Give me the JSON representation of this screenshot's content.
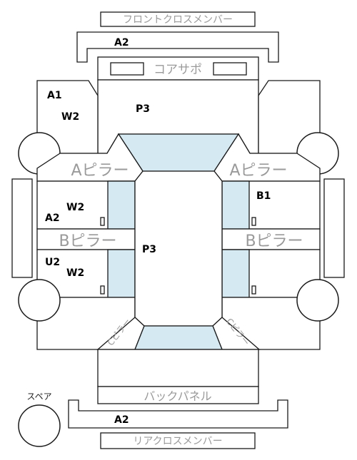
{
  "labels": {
    "front_cross_member": "フロントクロスメンバー",
    "core_support": "コアサポ",
    "a_pillar_left": "Aピラー",
    "a_pillar_right": "Aピラー",
    "b_pillar_left": "Bピラー",
    "b_pillar_right": "Bピラー",
    "c_pillar_left": "Cピラー",
    "c_pillar_right": "Cピラー",
    "back_panel": "バックパネル",
    "rear_cross_member": "リアクロスメンバー",
    "spare": "スペア"
  },
  "grades": {
    "front_cross_member": "A2",
    "front_left_fender": "A1",
    "front_left_fender_w": "W2",
    "bonnet": "P3",
    "right_front_door": "B1",
    "left_front_door_w": "W2",
    "left_front_door": "A2",
    "roof": "P3",
    "left_rear_door": "U2",
    "left_rear_door_w": "W2",
    "rear_cross_member": "A2"
  },
  "colors": {
    "glass": "#d4e9f2",
    "outline": "#1a1a1a",
    "label_gray": "#9a9a9a"
  }
}
